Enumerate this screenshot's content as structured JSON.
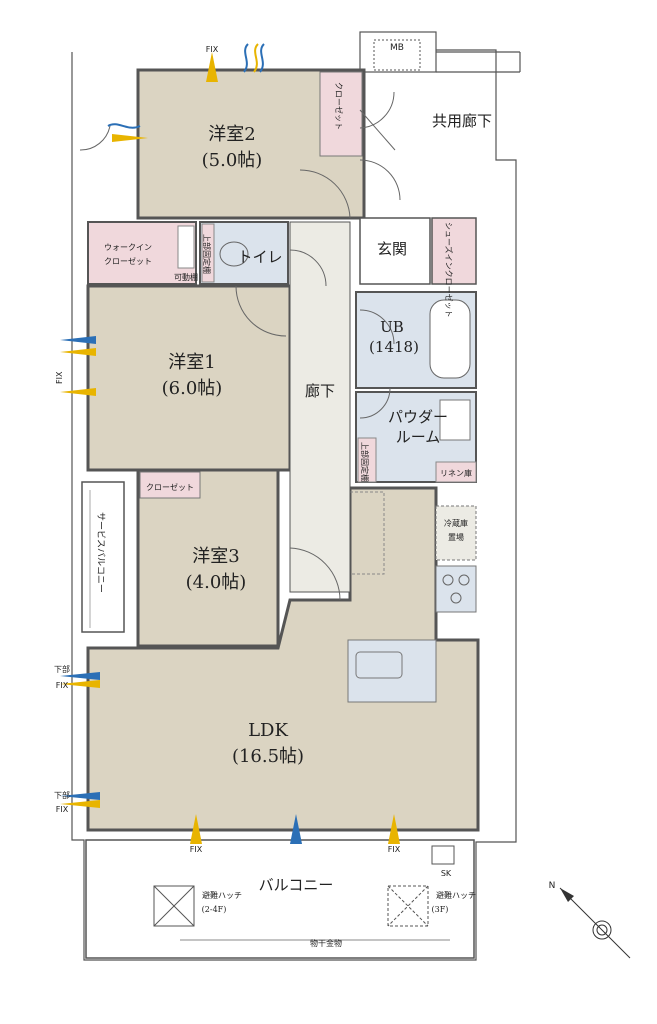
{
  "rooms": {
    "western2": {
      "name": "洋室2",
      "size": "(5.0帖)"
    },
    "western1": {
      "name": "洋室1",
      "size": "(6.0帖)"
    },
    "western3": {
      "name": "洋室3",
      "size": "(4.0帖)"
    },
    "ldk": {
      "name": "LDK",
      "size": "(16.5帖)"
    },
    "ub": {
      "name": "UB",
      "size": "(1418)"
    },
    "powder_line1": "パウダー",
    "powder_line2": "ルーム",
    "toilet": "トイレ",
    "entrance": "玄関",
    "hallway": "廊下",
    "common_corridor": "共用廊下",
    "balcony": "バルコニー",
    "service_balcony": "サービスバルコニー"
  },
  "storage": {
    "closet_w2": "クローゼット",
    "closet_w3": "クローゼット",
    "walk_in_line1": "ウォークイン",
    "walk_in_line2": "クローゼット",
    "movable_shelf": "可動棚",
    "upper_fixed_shelf_toilet": "上部固定棚",
    "upper_fixed_shelf_powder": "上部固定棚",
    "shoes_in_closet": "シューズインクローゼット",
    "linen": "リネン庫",
    "fridge_line1": "冷蔵庫",
    "fridge_line2": "置場"
  },
  "labels": {
    "mb": "MB",
    "fix": "FIX",
    "lower_fix_line1": "下部",
    "lower_fix_line2": "FIX",
    "sk": "SK",
    "hatch_left_line1": "避難ハッチ",
    "hatch_left_line2": "(2-4F)",
    "hatch_right_line1": "避難ハッチ",
    "hatch_right_line2": "(3F)",
    "drying_rack": "物干金物",
    "north": "N"
  },
  "colors": {
    "room_fill": "#dbd4c2",
    "closet_fill": "#f0d8dc",
    "wet_fill": "#dbe3ec",
    "hall_fill": "#ecebe4",
    "wall": "#555555",
    "accent_yellow": "#e8b400",
    "accent_blue": "#2b6fb6"
  }
}
